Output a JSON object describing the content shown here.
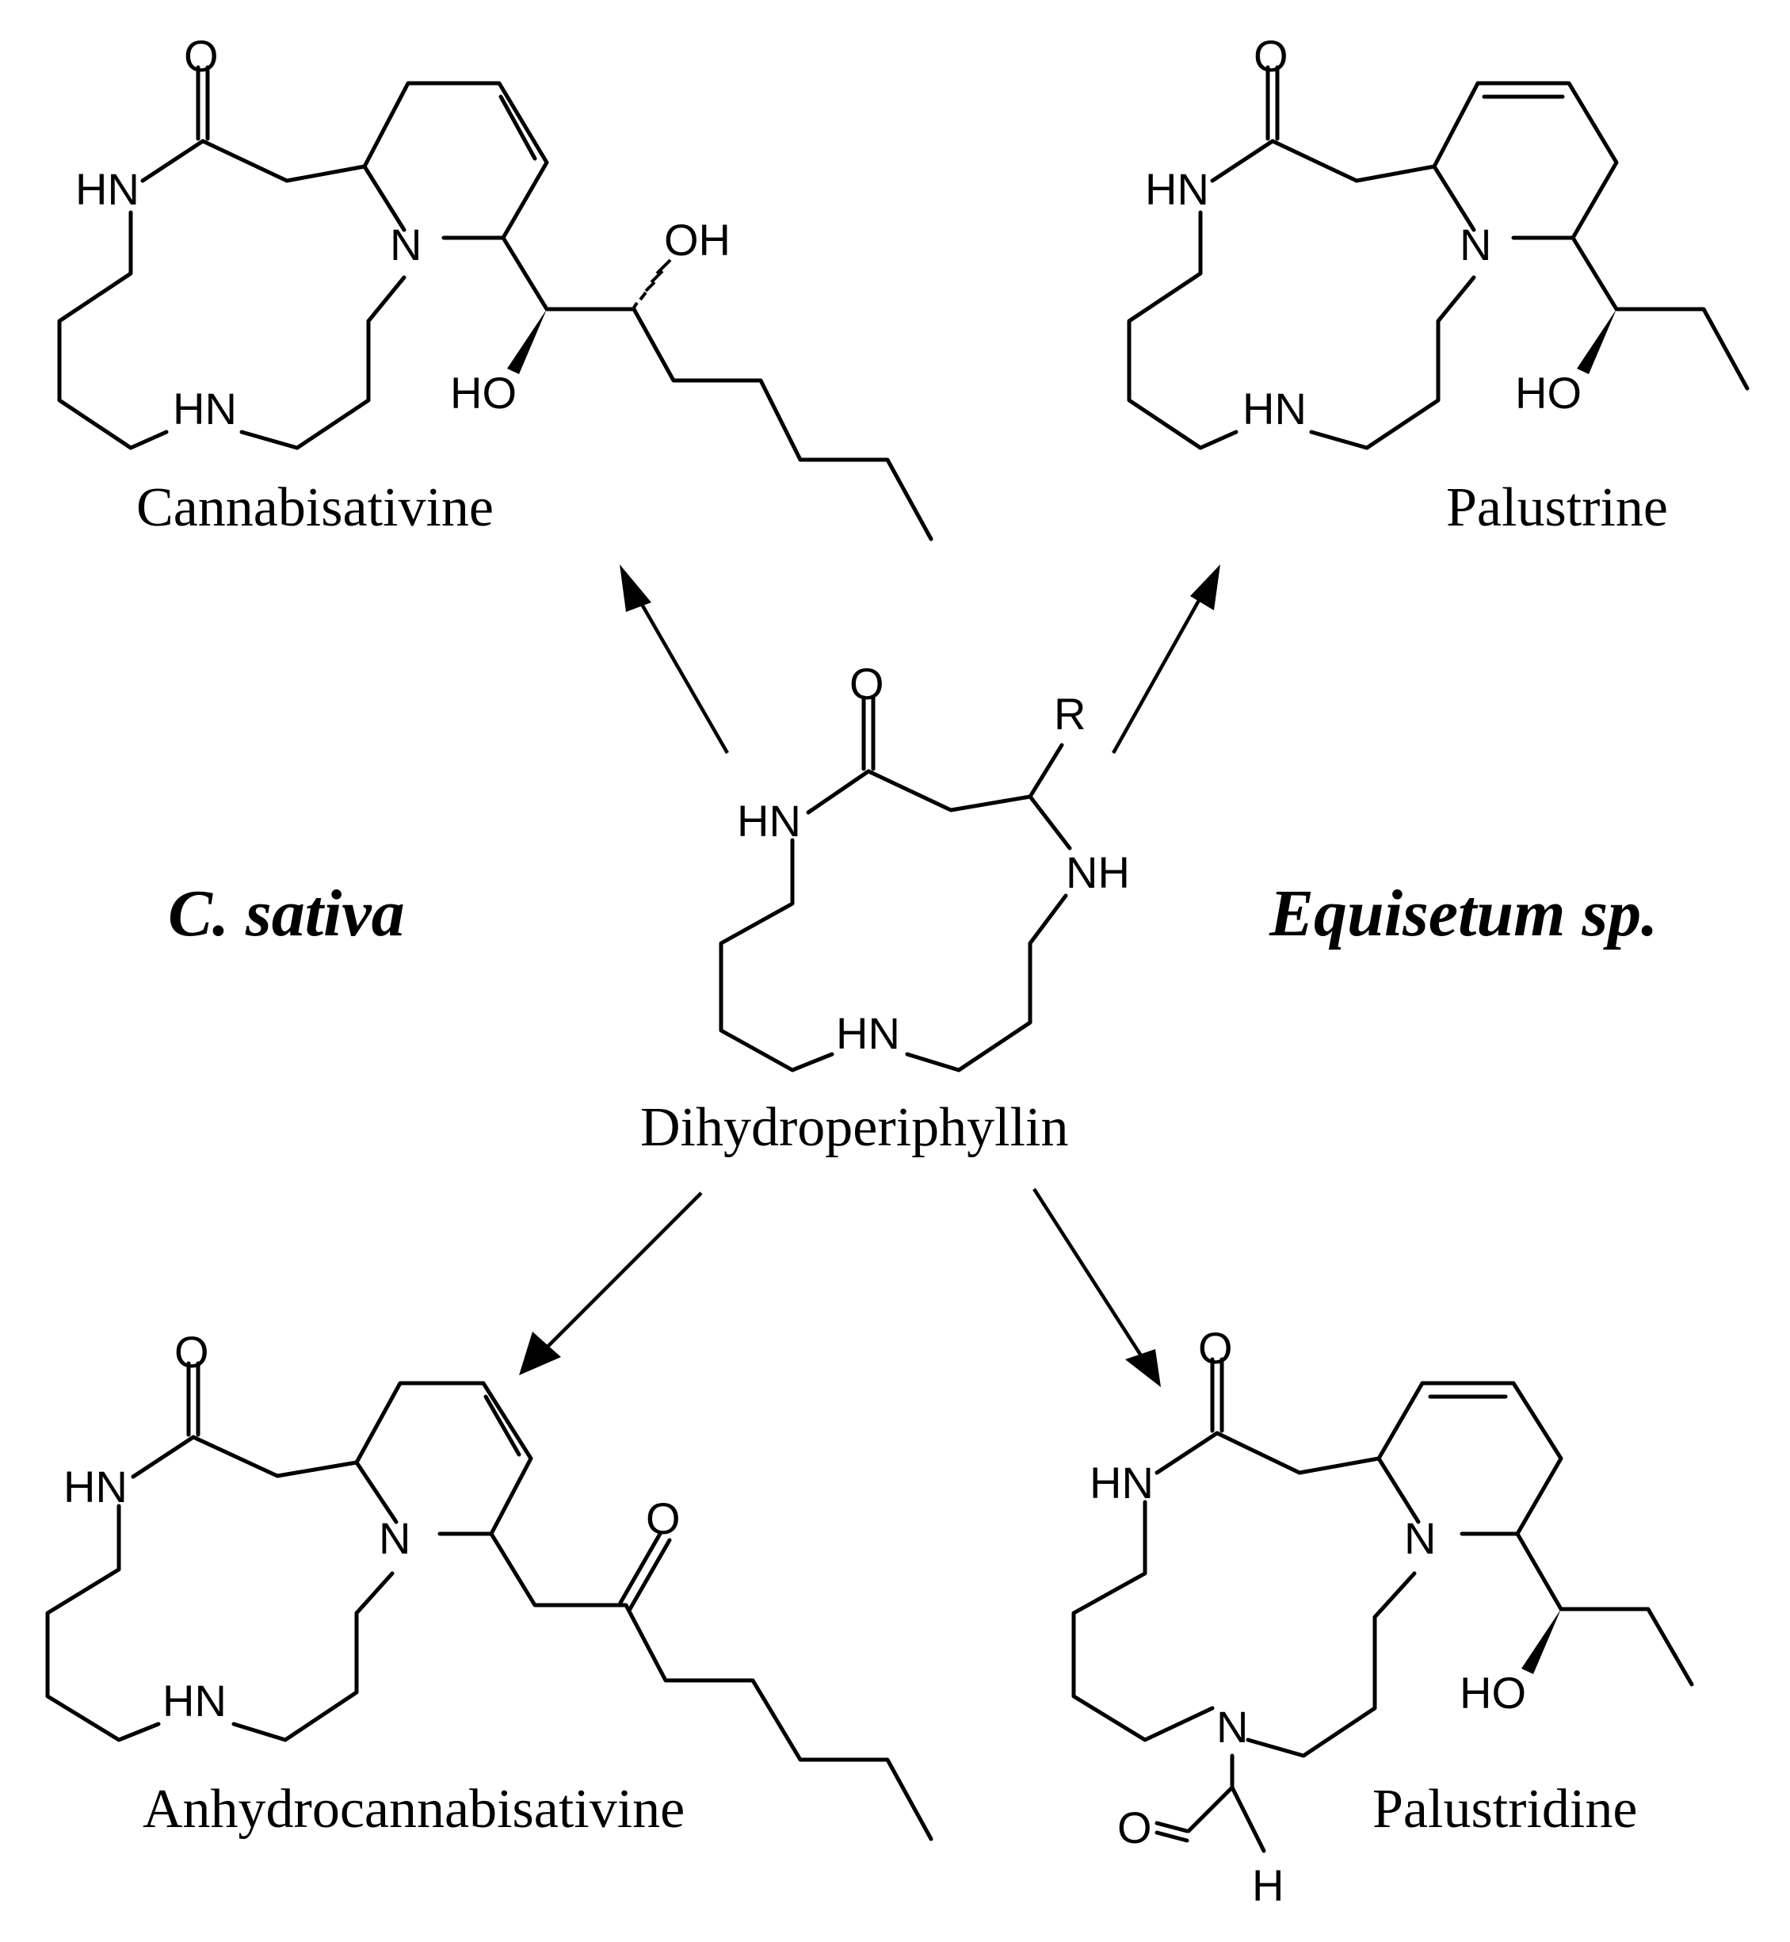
{
  "species": {
    "left": "C. sativa",
    "right": "Equisetum sp."
  },
  "compounds": {
    "cannabisativine": "Cannabisativine",
    "palustrine": "Palustrine",
    "dihydroperiphyllin": "Dihydroperiphyllin",
    "anhydrocannabisativine": "Anhydrocannabisativine",
    "palustridine": "Palustridine"
  },
  "atoms": {
    "O": "O",
    "HN": "HN",
    "NH": "NH",
    "N": "N",
    "OH": "OH",
    "HO": "HO",
    "R": "R",
    "H": "H"
  }
}
